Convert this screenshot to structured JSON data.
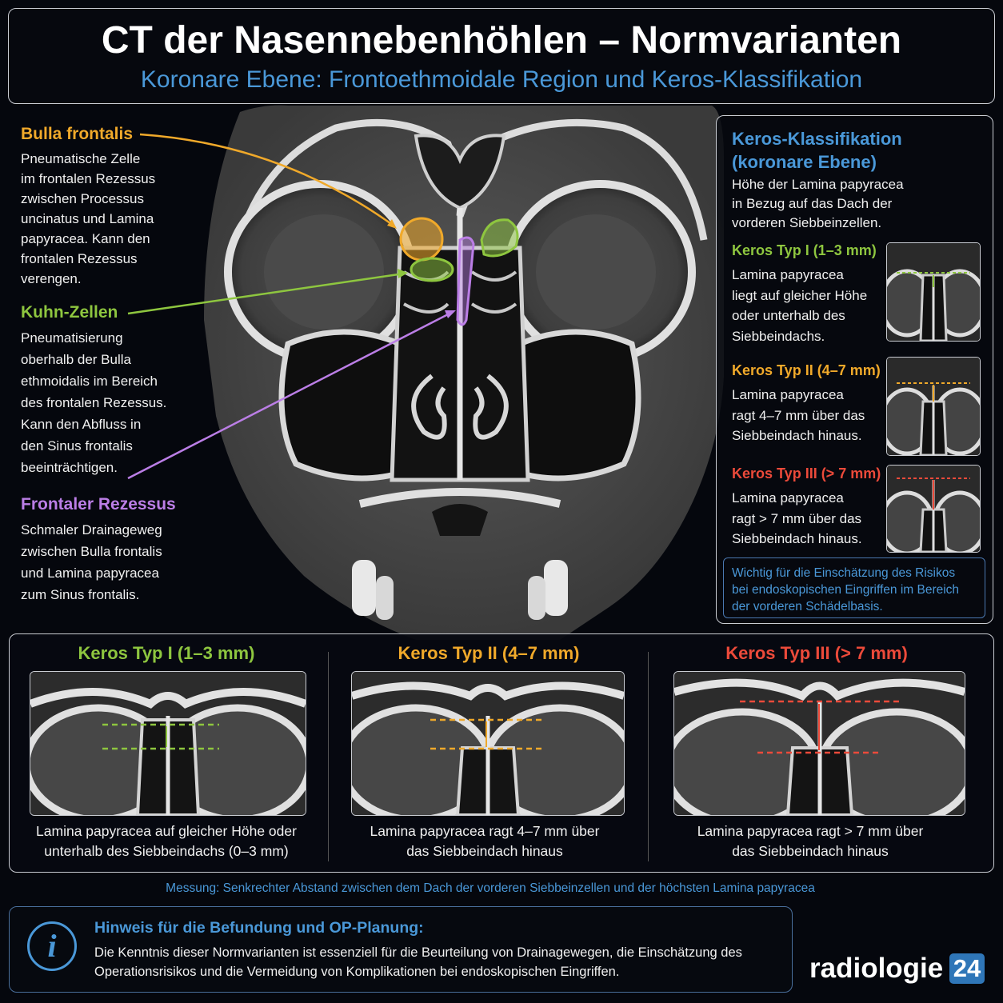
{
  "header": {
    "title": "CT der Nasennebenhöhlen – Normvarianten",
    "subtitle": "Koronare Ebene: Frontoethmoidale Region und Keros-Klassifikation"
  },
  "labels": {
    "bulla": {
      "title": "Bulla frontalis",
      "body": "Pneumatische Zelle\nim frontalen Rezessus\nzwischen Processus\nuncinatus und Lamina\npapyracea. Kann den\nfrontalen Rezessus\nverengen."
    },
    "kuhn": {
      "title": "Kuhn-Zellen",
      "body": "Pneumatisierung\noberhalb der Bulla\nethmoidalis im Bereich\ndes frontalen Rezessus.\nKann den Abfluss in\nden Sinus frontalis\nbeeinträchtigen."
    },
    "rezessus": {
      "title": "Frontaler Rezessus",
      "body": "Schmaler Drainageweg\nzwischen Bulla frontalis\nund Lamina papyracea\nzum Sinus frontalis."
    }
  },
  "keros_panel": {
    "title": "Keros-Klassifikation\n(koronare Ebene)",
    "intro": "Höhe der Lamina papyracea\nin Bezug auf das Dach der\nvorderen Siebbeinzellen.",
    "types": [
      {
        "title": "Keros Typ I  (1–3 mm)",
        "body": "Lamina papyracea\nliegt auf gleicher Höhe\noder unterhalb des\nSiebbeindachs."
      },
      {
        "title": "Keros Typ II  (4–7 mm)",
        "body": "Lamina papyracea\nragt 4–7 mm über das\nSiebbeindach hinaus."
      },
      {
        "title": "Keros Typ III  (> 7 mm)",
        "body": "Lamina papyracea\nragt > 7 mm über das\nSiebbeindach hinaus."
      }
    ],
    "note": "Wichtig für die Einschätzung des Risikos\nbei endoskopischen Eingriffen im Bereich\nder vorderen Schädelbasis."
  },
  "comparison": [
    {
      "title": "Keros Typ I  (1–3 mm)",
      "caption": "Lamina papyracea auf gleicher Höhe oder\nunterhalb des Siebbeindachs (0–3 mm)"
    },
    {
      "title": "Keros Typ II  (4–7 mm)",
      "caption": "Lamina papyracea ragt 4–7 mm über\ndas Siebbeindach hinaus"
    },
    {
      "title": "Keros Typ III  (> 7 mm)",
      "caption": "Lamina papyracea ragt > 7 mm über\ndas Siebbeindach hinaus"
    }
  ],
  "measurement_note": "Messung: Senkrechter Abstand zwischen dem Dach der vorderen Siebbeinzellen und der höchsten Lamina papyracea",
  "info": {
    "icon_letter": "i",
    "title": "Hinweis für die Befundung und OP-Planung:",
    "body": "Die Kenntnis dieser Normvarianten ist essenziell für die Beurteilung von Drainagewegen, die Einschätzung des\nOperationsrisikos und die Vermeidung von Komplikationen bei endoskopischen Eingriffen."
  },
  "brand": {
    "name": "radiologie",
    "number": "24"
  },
  "colors": {
    "bulla": "#f0a92a",
    "kuhn": "#8ec63f",
    "rezessus": "#bb7ee6",
    "typ3": "#ec4a3a",
    "accent": "#4a98d8"
  }
}
